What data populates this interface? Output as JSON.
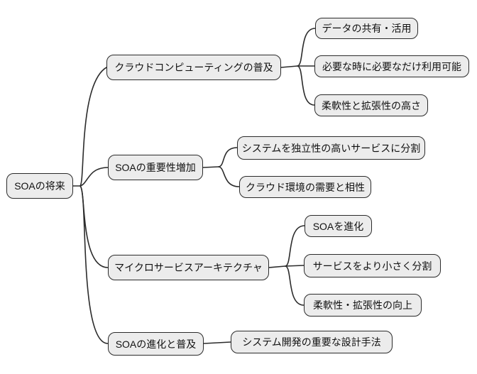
{
  "style": {
    "background": "#ffffff",
    "node_fill": "#ececec",
    "node_border": "#2b2b2b",
    "line_color": "#2b2b2b",
    "text_color": "#111111"
  },
  "mindmap": {
    "root": {
      "label": "SOAの将来"
    },
    "branches": [
      {
        "label": "クラウドコンピューティングの普及",
        "children": [
          {
            "label": "データの共有・活用"
          },
          {
            "label": "必要な時に必要なだけ利用可能"
          },
          {
            "label": "柔軟性と拡張性の高さ"
          }
        ]
      },
      {
        "label": "SOAの重要性増加",
        "children": [
          {
            "label": "システムを独立性の高いサービスに分割"
          },
          {
            "label": "クラウド環境の需要と相性"
          }
        ]
      },
      {
        "label": "マイクロサービスアーキテクチャ",
        "children": [
          {
            "label": "SOAを進化"
          },
          {
            "label": "サービスをより小さく分割"
          },
          {
            "label": "柔軟性・拡張性の向上"
          }
        ]
      },
      {
        "label": "SOAの進化と普及",
        "children": [
          {
            "label": "システム開発の重要な設計手法"
          }
        ]
      }
    ]
  }
}
